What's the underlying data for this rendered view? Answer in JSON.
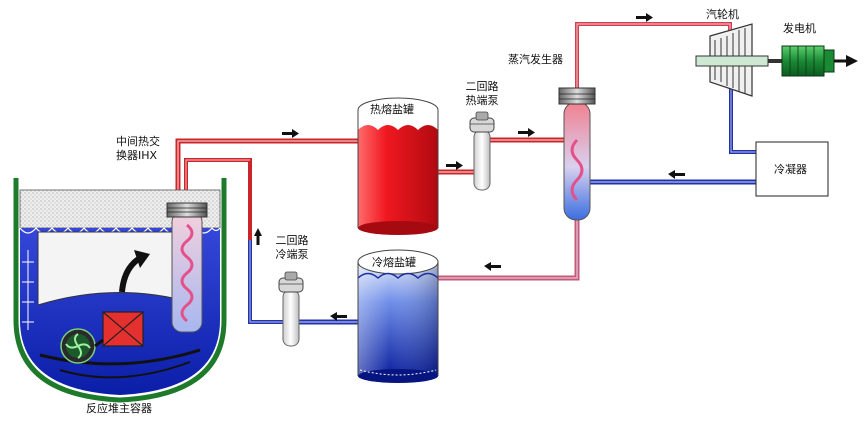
{
  "labels": {
    "steam_turbine": "汽轮机",
    "generator": "发电机",
    "steam_generator": "蒸汽发生器",
    "secondary_hot_pump_line1": "二回路",
    "secondary_hot_pump_line2": "热端泵",
    "hot_salt_tank": "热熔盐罐",
    "ihx_line1": "中间热交",
    "ihx_line2": "换器IHX",
    "condenser": "冷凝器",
    "secondary_cold_pump_line1": "二回路",
    "secondary_cold_pump_line2": "冷端泵",
    "cold_salt_tank": "冷熔盐罐",
    "reactor_vessel": "反应堆主容器"
  },
  "colors": {
    "hot_pipe": "#d9322e",
    "cold_pipe": "#2233aa",
    "hot_salt": "#e8141a",
    "cold_salt_top": "#c9d6f5",
    "cold_salt_bottom": "#0a1f9e",
    "reactor_liquid": "#1530c8",
    "reactor_wall": "#1c7a2a",
    "generator_green": "#1b8a35"
  }
}
